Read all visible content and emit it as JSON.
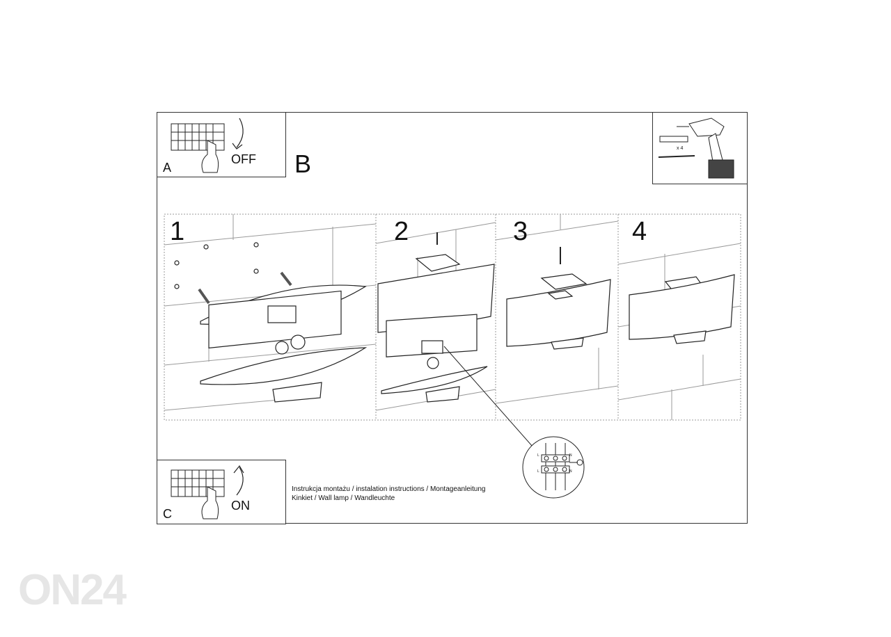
{
  "panel_a": {
    "letter": "A",
    "action": "OFF"
  },
  "panel_b": {
    "letter": "B"
  },
  "panel_c": {
    "letter": "C",
    "action": "ON"
  },
  "tools": {
    "quantity": "x 4"
  },
  "steps": [
    "1",
    "2",
    "3",
    "4"
  ],
  "wiring": {
    "left_top": "L",
    "left_bottom": "L",
    "right_top": "N",
    "right_bottom": "N"
  },
  "caption": {
    "line1": "Instrukcja montażu / instalation instructions / Montageanleitung",
    "line2": "Kinkiet / Wall lamp / Wandleuchte"
  },
  "watermark": "ON24"
}
